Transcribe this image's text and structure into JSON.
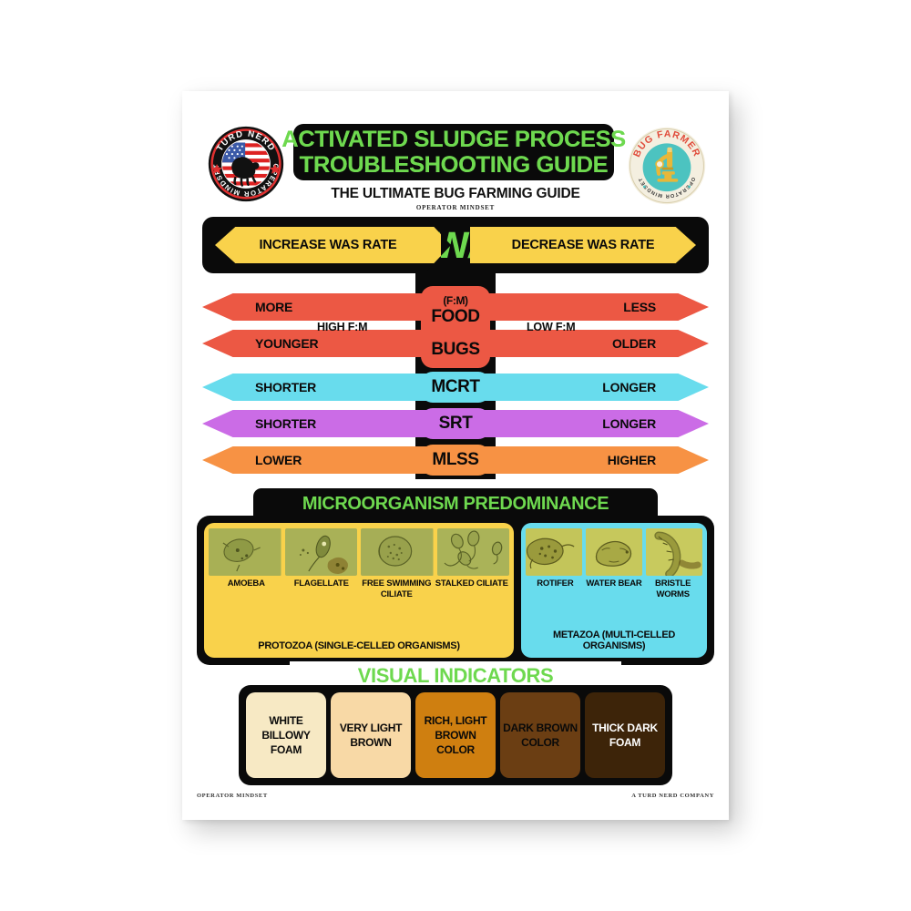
{
  "header": {
    "title_line1": "ACTIVATED SLUDGE PROCESS",
    "title_line2": "TROUBLESHOOTING GUIDE",
    "subtitle": "THE ULTIMATE BUG FARMING GUIDE",
    "sub_sub": "OPERATOR MINDSET",
    "logo_left": {
      "name": "turd-nerd-logo",
      "top_text": "TURD NERD",
      "bottom_text": "OPERATOR MINDSET"
    },
    "logo_right": {
      "name": "bug-farmer-logo",
      "top_text": "BUG FARMER",
      "bottom_text": "OPERATOR MINDSET"
    }
  },
  "was_banner": {
    "left_label": "INCREASE WAS RATE",
    "center_label": "WAS",
    "right_label": "DECREASE WAS RATE"
  },
  "matrix": {
    "fm_left_note": "HIGH F:M",
    "fm_right_note": "LOW F:M",
    "rows": [
      {
        "key": "food",
        "pill_small": "(F:M)",
        "pill_large": "FOOD",
        "left": "MORE",
        "right": "LESS",
        "color": "#ec5844"
      },
      {
        "key": "bugs",
        "pill_small": "",
        "pill_large": "BUGS",
        "left": "YOUNGER",
        "right": "OLDER",
        "color": "#ec5844"
      },
      {
        "key": "mcrt",
        "pill_small": "",
        "pill_large": "MCRT",
        "left": "SHORTER",
        "right": "LONGER",
        "color": "#68dced"
      },
      {
        "key": "srt",
        "pill_small": "",
        "pill_large": "SRT",
        "left": "SHORTER",
        "right": "LONGER",
        "color": "#c濃"
      },
      {
        "key": "mlss",
        "pill_small": "",
        "pill_large": "MLSS",
        "left": "LOWER",
        "right": "HIGHER",
        "color": "#f79244"
      }
    ],
    "colors": {
      "food_bugs": "#ec5844",
      "mcrt": "#68dced",
      "srt": "#cb6ce6",
      "mlss": "#f79244"
    }
  },
  "microorganism": {
    "heading": "MICROORGANISM PREDOMINANCE",
    "protozoa": {
      "footer": "PROTOZOA (SINGLE-CELLED ORGANISMS)",
      "bg_color": "#f9d24b",
      "items": [
        {
          "label": "AMOEBA",
          "image": "amoeba-micrograph"
        },
        {
          "label": "FLAGELLATE",
          "image": "flagellate-micrograph"
        },
        {
          "label": "FREE SWIMMING CILIATE",
          "image": "free-swimming-ciliate-micrograph"
        },
        {
          "label": "STALKED CILIATE",
          "image": "stalked-ciliate-micrograph"
        }
      ]
    },
    "metazoa": {
      "footer": "METAZOA (MULTI-CELLED ORGANISMS)",
      "bg_color": "#68dced",
      "items": [
        {
          "label": "ROTIFER",
          "image": "rotifer-micrograph"
        },
        {
          "label": "WATER BEAR",
          "image": "water-bear-micrograph"
        },
        {
          "label": "BRISTLE WORMS",
          "image": "bristle-worm-micrograph"
        }
      ]
    }
  },
  "visual_indicators": {
    "heading": "VISUAL INDICATORS",
    "swatches": [
      {
        "label": "WHITE BILLOWY FOAM",
        "bg": "#f7e9c4",
        "fg": "#0a0a0a"
      },
      {
        "label": "VERY LIGHT BROWN",
        "bg": "#f8d9a6",
        "fg": "#0a0a0a"
      },
      {
        "label": "RICH, LIGHT BROWN COLOR",
        "bg": "#cf7f10",
        "fg": "#0a0a0a"
      },
      {
        "label": "DARK BROWN COLOR",
        "bg": "#6b3e13",
        "fg": "#0a0a0a"
      },
      {
        "label": "THICK DARK FOAM",
        "bg": "#3d2409",
        "fg": "#ffffff"
      }
    ]
  },
  "footer": {
    "left": "OPERATOR MINDSET",
    "right": "A TURD NERD COMPANY"
  },
  "theme": {
    "green": "#6ed94f",
    "black": "#0a0a0a",
    "yellow": "#f9d24b"
  }
}
